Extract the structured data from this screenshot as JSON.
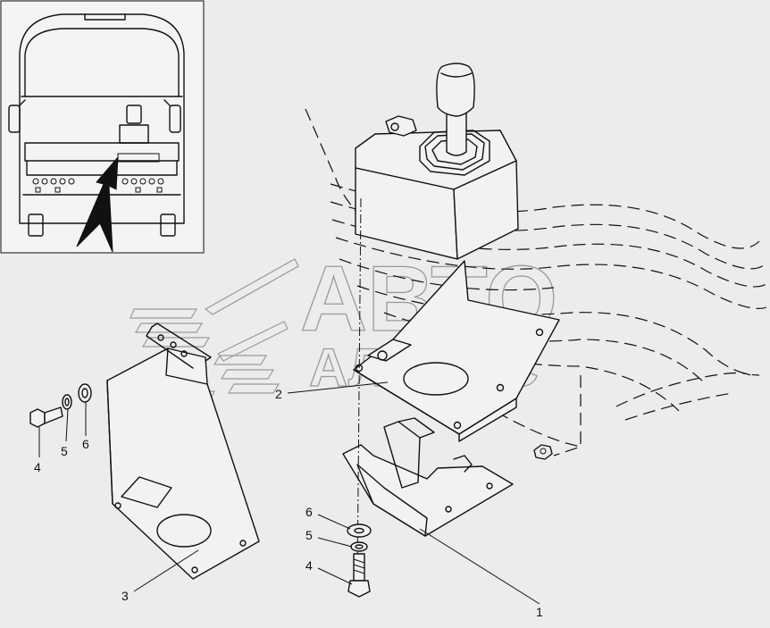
{
  "watermark": {
    "line1": "АВТО",
    "line2": "АЛЬЯНС"
  },
  "callouts": [
    {
      "id": "c1",
      "label": "1"
    },
    {
      "id": "c2",
      "label": "2"
    },
    {
      "id": "c3",
      "label": "3"
    },
    {
      "id": "c4a",
      "label": "4"
    },
    {
      "id": "c5a",
      "label": "5"
    },
    {
      "id": "c6a",
      "label": "6"
    },
    {
      "id": "c6b",
      "label": "6"
    },
    {
      "id": "c5b",
      "label": "5"
    },
    {
      "id": "c4b",
      "label": "4"
    }
  ],
  "colors": {
    "background": "#ececec",
    "line": "#111111",
    "watermark": "#9a9a9a"
  }
}
